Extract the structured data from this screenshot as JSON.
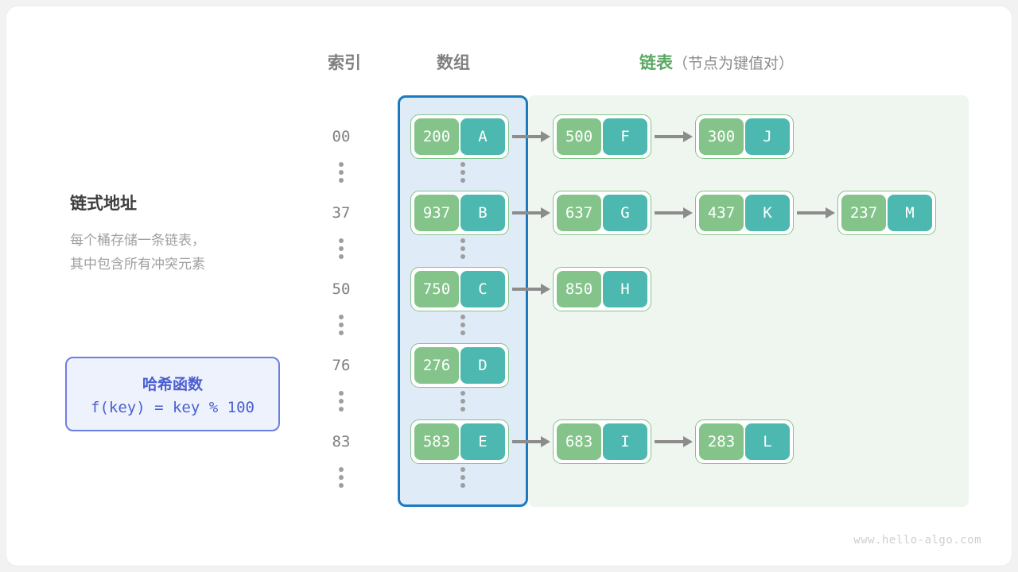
{
  "headers": {
    "index": "索引",
    "array": "数组",
    "list": "链表",
    "list_note": "（节点为键值对）"
  },
  "description": {
    "title": "链式地址",
    "body": "每个桶存储一条链表，\n其中包含所有冲突元素"
  },
  "hash_function": {
    "title": "哈希函数",
    "formula": "f(key) = key % 100"
  },
  "watermark": "www.hello-algo.com",
  "colors": {
    "key_box": "#84c48a",
    "value_box": "#4cb8b0",
    "array_region_fill": "#dfecf8",
    "array_region_border": "#1c7ac0",
    "list_region_fill": "#eff6ef",
    "list_header": "#5ba763",
    "hash_box_border": "#6b7fe3",
    "hash_box_fill": "#eef2fd",
    "hash_text": "#4a5fd0",
    "arrow": "#8c8c8c"
  },
  "chart_data": {
    "type": "diagram",
    "title": "链式地址",
    "buckets": [
      {
        "index": "00",
        "nodes": [
          {
            "key": "200",
            "value": "A"
          },
          {
            "key": "500",
            "value": "F"
          },
          {
            "key": "300",
            "value": "J"
          }
        ]
      },
      {
        "index": "37",
        "nodes": [
          {
            "key": "937",
            "value": "B"
          },
          {
            "key": "637",
            "value": "G"
          },
          {
            "key": "437",
            "value": "K"
          },
          {
            "key": "237",
            "value": "M"
          }
        ]
      },
      {
        "index": "50",
        "nodes": [
          {
            "key": "750",
            "value": "C"
          },
          {
            "key": "850",
            "value": "H"
          }
        ]
      },
      {
        "index": "76",
        "nodes": [
          {
            "key": "276",
            "value": "D"
          }
        ]
      },
      {
        "index": "83",
        "nodes": [
          {
            "key": "583",
            "value": "E"
          },
          {
            "key": "683",
            "value": "I"
          },
          {
            "key": "283",
            "value": "L"
          }
        ]
      }
    ],
    "ellipsis_rows": 6
  }
}
